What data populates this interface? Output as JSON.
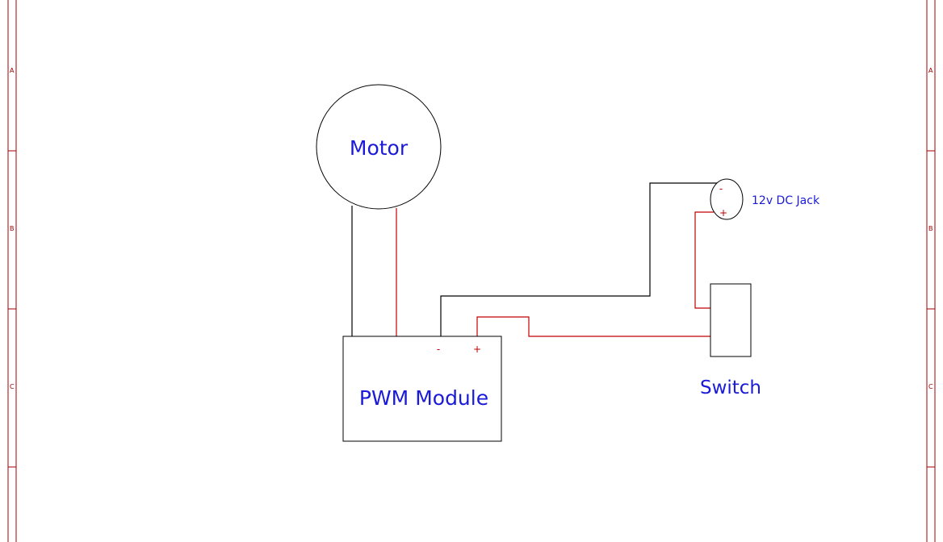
{
  "colors": {
    "frame": "#a00000",
    "wire_negative": "#000000",
    "wire_positive": "#c00000",
    "label_text": "#1a1ad8",
    "pin_text": "#c00000"
  },
  "frame": {
    "zones": [
      "A",
      "B",
      "C"
    ]
  },
  "components": {
    "motor": {
      "label": "Motor"
    },
    "pwm_module": {
      "label": "PWM Module",
      "pin_minus": "-",
      "pin_plus": "+"
    },
    "dc_jack": {
      "label": "12v DC Jack",
      "pin_minus": "-",
      "pin_plus": "+"
    },
    "switch": {
      "label": "Switch"
    }
  }
}
